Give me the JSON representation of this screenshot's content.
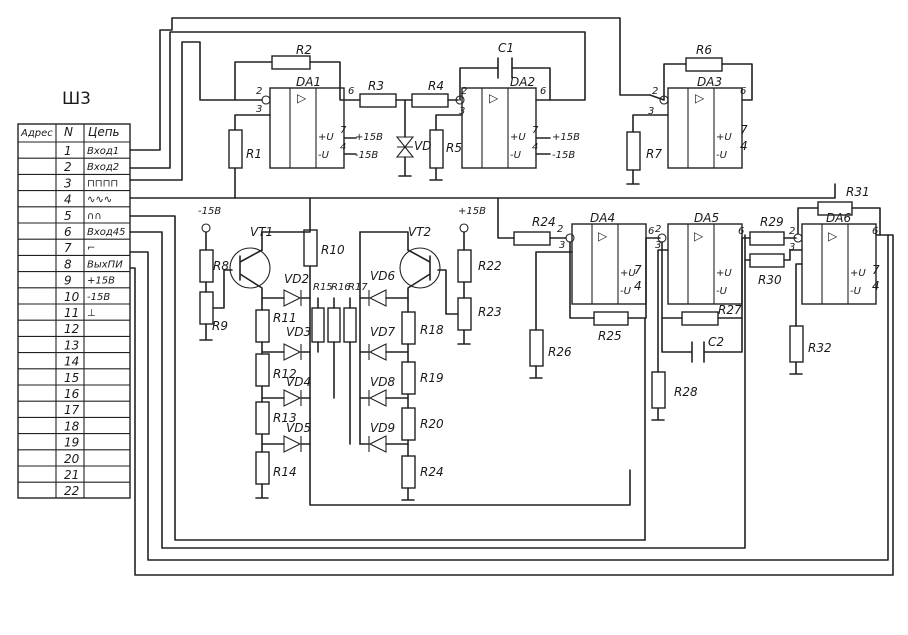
{
  "connector": {
    "title": "Ш3",
    "headers": [
      "Адрес",
      "N",
      "Цепь"
    ],
    "rows": [
      {
        "n": "1",
        "signal": "Вход1"
      },
      {
        "n": "2",
        "signal": "Вход2"
      },
      {
        "n": "3",
        "signal": "⊓⊓⊓⊓"
      },
      {
        "n": "4",
        "signal": "∿∿∿"
      },
      {
        "n": "5",
        "signal": "∩∩"
      },
      {
        "n": "6",
        "signal": "Вход45"
      },
      {
        "n": "7",
        "signal": "⌐"
      },
      {
        "n": "8",
        "signal": "ВыхПИ"
      },
      {
        "n": "9",
        "signal": "+15В"
      },
      {
        "n": "10",
        "signal": "-15В"
      },
      {
        "n": "11",
        "signal": "⊥"
      },
      {
        "n": "12",
        "signal": ""
      },
      {
        "n": "13",
        "signal": ""
      },
      {
        "n": "14",
        "signal": ""
      },
      {
        "n": "15",
        "signal": ""
      },
      {
        "n": "16",
        "signal": ""
      },
      {
        "n": "17",
        "signal": ""
      },
      {
        "n": "18",
        "signal": ""
      },
      {
        "n": "19",
        "signal": ""
      },
      {
        "n": "20",
        "signal": ""
      },
      {
        "n": "21",
        "signal": ""
      },
      {
        "n": "22",
        "signal": ""
      }
    ]
  },
  "opamps": [
    {
      "ref": "DA1",
      "pins": {
        "inv": "2",
        "noninv": "3",
        "out": "6",
        "vp": "7",
        "vn": "4"
      },
      "supply": [
        "+U",
        "-U"
      ],
      "rails": [
        "+15В",
        "-15В"
      ]
    },
    {
      "ref": "DA2",
      "pins": {
        "inv": "2",
        "noninv": "3",
        "out": "6",
        "vp": "7",
        "vn": "4"
      },
      "supply": [
        "+U",
        "-U"
      ],
      "rails": [
        "+15В",
        "-15В"
      ]
    },
    {
      "ref": "DA3",
      "pins": {
        "inv": "2",
        "noninv": "3",
        "out": "6",
        "vp": "7",
        "vn": "4"
      },
      "supply": [
        "+U",
        "-U"
      ],
      "rails": [
        "",
        ""
      ]
    },
    {
      "ref": "DA4",
      "pins": {
        "inv": "2",
        "noninv": "3",
        "out": "6",
        "vp": "7",
        "vn": "4"
      },
      "supply": [
        "+U",
        "-U"
      ],
      "rails": [
        "",
        ""
      ]
    },
    {
      "ref": "DA5",
      "pins": {
        "inv": "2",
        "noninv": "3",
        "out": "6",
        "vp": "",
        "vn": ""
      },
      "supply": [
        "+U",
        "-U"
      ],
      "rails": [
        "",
        ""
      ]
    },
    {
      "ref": "DA6",
      "pins": {
        "inv": "2",
        "noninv": "3",
        "out": "6",
        "vp": "7",
        "vn": "4"
      },
      "supply": [
        "+U",
        "-U"
      ],
      "rails": [
        "",
        ""
      ]
    }
  ],
  "resistors": [
    "R1",
    "R2",
    "R3",
    "R4",
    "R5",
    "R6",
    "R7",
    "R8",
    "R9",
    "R10",
    "R11",
    "R12",
    "R13",
    "R14",
    "R15",
    "R16",
    "R17",
    "R18",
    "R19",
    "R20",
    "R24",
    "R22",
    "R23",
    "R24",
    "R25",
    "R26",
    "R27",
    "R28",
    "R29",
    "R30",
    "R31",
    "R32"
  ],
  "capacitors": [
    "C1",
    "C2"
  ],
  "transistors": [
    "VT1",
    "VT2"
  ],
  "diodes": [
    "VD",
    "VD2",
    "VD3",
    "VD4",
    "VD5",
    "VD6",
    "VD7",
    "VD8",
    "VD9"
  ],
  "supplies": {
    "neg": "-15В",
    "pos": "+15В"
  },
  "opamp_symbol": "▷"
}
